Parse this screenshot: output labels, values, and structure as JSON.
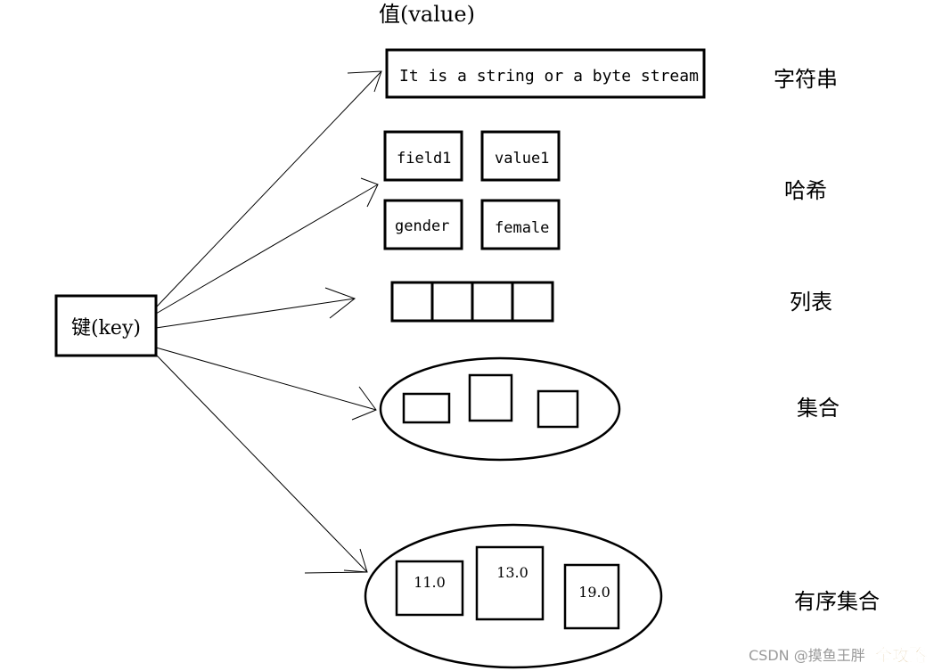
{
  "value_header": "值(value)",
  "key": {
    "label": "键(key)"
  },
  "string": {
    "text": "It is a string or a byte stream",
    "type_label": "字符串"
  },
  "hash": {
    "cells": [
      "field1",
      "value1",
      "gender",
      "female"
    ],
    "type_label": "哈希"
  },
  "list": {
    "type_label": "列表"
  },
  "set": {
    "type_label": "集合"
  },
  "zset": {
    "scores": [
      "11.0",
      "13.0",
      "19.0"
    ],
    "type_label": "有序集合"
  },
  "watermark": {
    "prefix": "CSDN @摸鱼王胖",
    "suffix": "全攻略"
  }
}
